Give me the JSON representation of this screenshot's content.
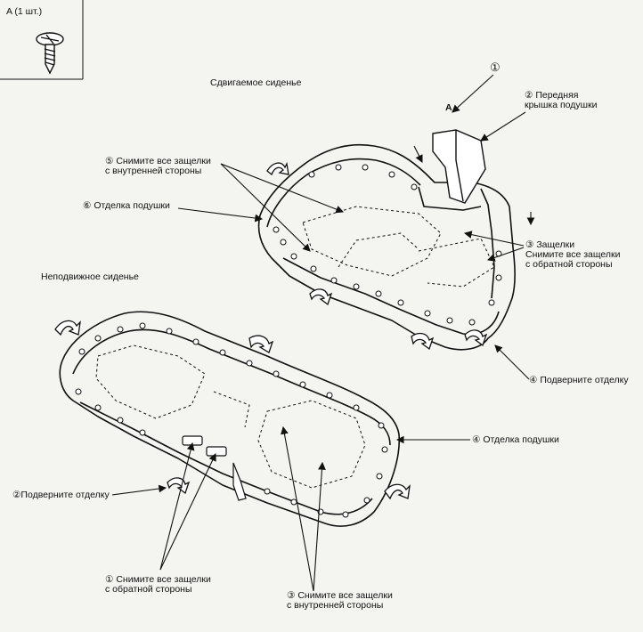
{
  "inset": {
    "caption": "A (1 шт.)"
  },
  "titles": {
    "sliding_seat": "Сдвигаемое сиденье",
    "fixed_seat": "Неподвижное сиденье"
  },
  "callouts": {
    "c1_top": "①",
    "arrow_A": "A",
    "c2": "② Передняя\nкрышка подушки",
    "c5": "⑤ Снимите все защелки\nс внутренней стороны",
    "c6": "⑥ Отделка подушки",
    "c3_top": "③ Защелки\nСнимите все защелки\nс обратной стороны",
    "c4_top": "④ Подверните отделку",
    "c4_bottom": "④ Отделка подушки",
    "c2_bottom": "②Подверните отделку",
    "c1_bottom": "① Снимите все защелки\nс обратной стороны",
    "c3_bottom": "③ Снимите все защелки\nс внутренней стороны"
  }
}
